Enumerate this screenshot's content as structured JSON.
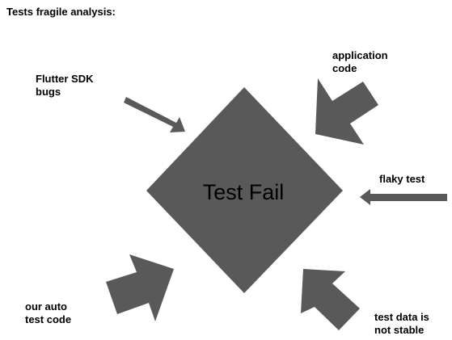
{
  "title": "Tests fragile analysis:",
  "center": {
    "label": "Test Fail"
  },
  "causes": {
    "flutter_sdk": {
      "lines": [
        "Flutter SDK",
        "bugs"
      ]
    },
    "application_code": {
      "lines": [
        "application",
        "code"
      ]
    },
    "flaky_test": {
      "lines": [
        "flaky test"
      ]
    },
    "our_auto_test_code": {
      "lines": [
        "our auto",
        "test code"
      ]
    },
    "test_data": {
      "lines": [
        "test data is",
        "not stable"
      ]
    }
  },
  "colors": {
    "shape_fill": "#595959",
    "text": "#000000",
    "background": "#ffffff"
  }
}
